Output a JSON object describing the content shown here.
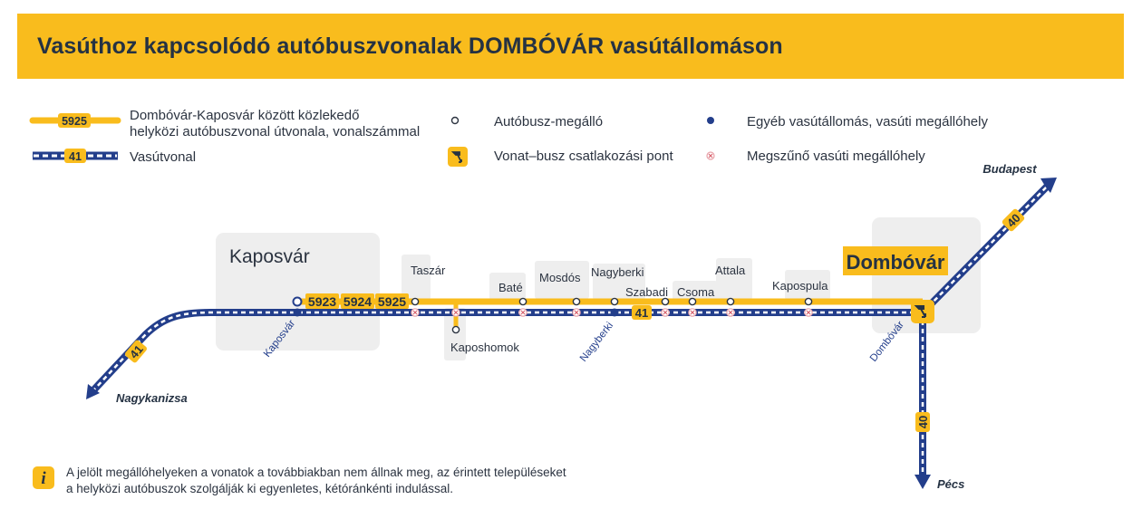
{
  "title": "Vasúthoz kapcsolódó autóbuszvonalak DOMBÓVÁR vasútállomáson",
  "colors": {
    "header_yellow": "#f9bc1d",
    "bus_route_yellow": "#f9bc1d",
    "rail_blue": "#233e8b",
    "text_dark": "#253243",
    "town_area_gray": "#eeeeee",
    "closed_stop_red": "#e8a1a8"
  },
  "legend": {
    "bus_route_label": "5925",
    "bus_route_desc_1": "Dombóvár-Kaposvár között közlekedő",
    "bus_route_desc_2": "helyközi autóbuszvonal útvonala, vonalszámmal",
    "railway_label": "41",
    "railway_desc": "Vasútvonal",
    "bus_stop": "Autóbusz-megálló",
    "transfer_point": "Vonat–busz csatlakozási pont",
    "other_station": "Egyéb vasútállomás, vasúti megállóhely",
    "closed_stop": "Megszűnő vasúti megállóhely"
  },
  "map": {
    "towns": {
      "kaposvar": "Kaposvár",
      "dombovar": "Dombóvár"
    },
    "bus_route_numbers": [
      "5923",
      "5924",
      "5925"
    ],
    "rail_line_main": "41",
    "rail_line_north": "40",
    "rail_line_south": "40",
    "rail_line_west": "41",
    "destinations": {
      "budapest": "Budapest",
      "nagykanizsa": "Nagykanizsa",
      "pecs": "Pécs"
    },
    "bus_stops": {
      "taszar": "Taszár",
      "bate": "Baté",
      "mosdos": "Mosdós",
      "nagyberki": "Nagyberki",
      "szabadi": "Szabadi",
      "csoma": "Csoma",
      "attala": "Attala",
      "kapospula": "Kapospula",
      "kaposhomok": "Kaposhomok"
    },
    "rail_stations": {
      "kaposvar": "Kaposvár",
      "nagyberki": "Nagyberki",
      "dombovar": "Dombóvár"
    }
  },
  "info": {
    "icon": "info-icon",
    "line1": "A jelölt megállóhelyeken a vonatok a továbbiakban nem állnak meg, az érintett településeket",
    "line2": "a helyközi autóbuszok szolgálják ki egyenletes, kétóránkénti indulással."
  }
}
